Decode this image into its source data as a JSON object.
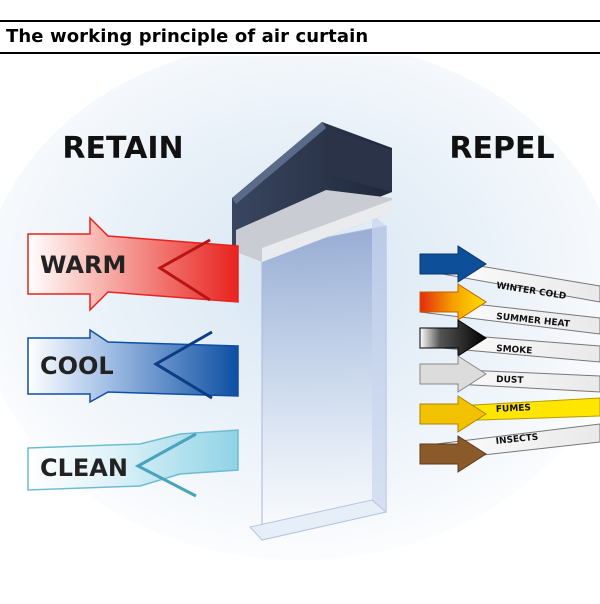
{
  "header": {
    "title": "The working principle of air curtain"
  },
  "retain": {
    "heading": "RETAIN",
    "items": [
      {
        "label": "WARM",
        "color": "#e8231f"
      },
      {
        "label": "COOL",
        "color": "#0d4fa3"
      },
      {
        "label": "CLEAN",
        "color": "#8fd3e6"
      }
    ]
  },
  "repel": {
    "heading": "REPEL",
    "items": [
      {
        "label": "WINTER COLD",
        "color": "#0e4f9a"
      },
      {
        "label": "SUMMER HEAT",
        "color": "#f5b000"
      },
      {
        "label": "SMOKE",
        "color": "#111111"
      },
      {
        "label": "DUST",
        "color": "#d8d8d8"
      },
      {
        "label": "FUMES",
        "color": "#f2c200"
      },
      {
        "label": "INSECTS",
        "color": "#8b5a2b"
      }
    ]
  }
}
